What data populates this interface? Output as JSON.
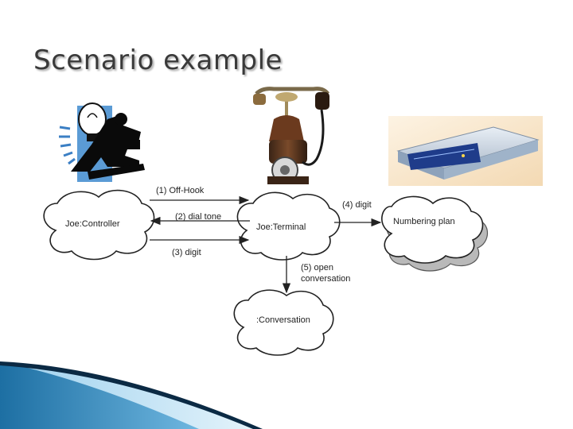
{
  "slide": {
    "title": "Scenario example"
  },
  "nodes": {
    "controller": "Joe:Controller",
    "terminal": "Joe:Terminal",
    "numbering": "Numbering plan",
    "conversation": ":Conversation"
  },
  "messages": {
    "m1": "(1) Off-Hook",
    "m2": "(2) dial tone",
    "m3": "(3) digit",
    "m4": "(4) digit",
    "m5a": "(5) open",
    "m5b": "conversation"
  },
  "images": {
    "person": "businessman-lightbulb-clipart",
    "phone": "antique-telephone-photo",
    "modem": "modem-device-photo"
  }
}
